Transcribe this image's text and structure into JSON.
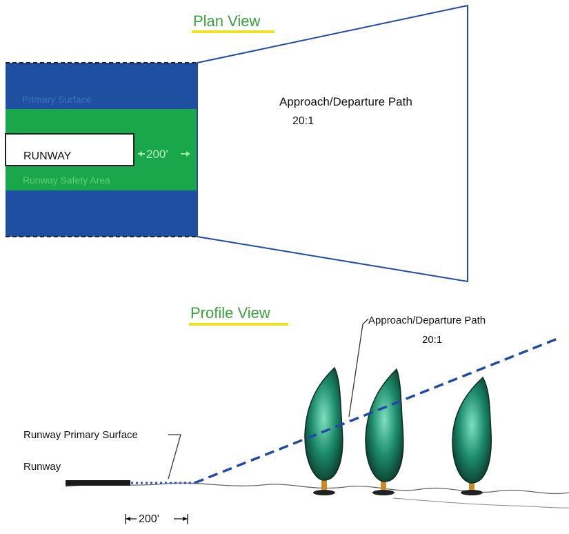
{
  "plan_view": {
    "heading": "Plan View",
    "primary_surface_label": "Primary Surface",
    "runway_label": "RUNWAY",
    "distance_label": "200'",
    "safety_area_label": "Runway Safety Area",
    "path_label": "Approach/Departure Path",
    "path_ratio": "20:1"
  },
  "profile_view": {
    "heading": "Profile View",
    "path_label": "Approach/Departure Path",
    "path_ratio": "20:1",
    "primary_surface_label": "Runway Primary Surface",
    "runway_label": "Runway",
    "distance_label": "200'"
  },
  "colors": {
    "primary_surface": "#1e4fa0",
    "safety_area": "#1aa64a",
    "heading_underline": "#f0e21e",
    "heading_text": "#3aa03a",
    "approach_line": "#1f4aa5",
    "tree_foliage": "#1b8a6a"
  }
}
